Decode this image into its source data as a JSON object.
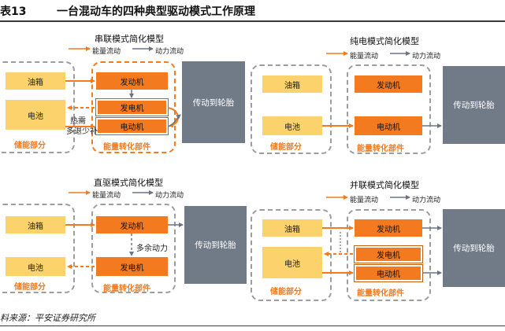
{
  "header": {
    "label": "表13",
    "title": "一台混动车的四种典型驱动模式工作原理"
  },
  "legend": {
    "energy": "能量流动",
    "power": "动力流动"
  },
  "panels": {
    "series": {
      "title": "串联模式简化模型",
      "oil": "油箱",
      "battery": "电池",
      "engine": "发动机",
      "generator": "发电机",
      "motor": "电动机",
      "transmission": "传动到轮胎",
      "storage": "储能部分",
      "conversion": "能量转化部件",
      "note1": "热需",
      "note2": "多退少补"
    },
    "pure_ev": {
      "title": "纯电模式简化模型",
      "oil": "油箱",
      "battery": "电池",
      "engine": "发动机",
      "motor": "电动机",
      "transmission": "传动到轮胎",
      "storage": "储能部分",
      "conversion": "能量转化部件"
    },
    "direct": {
      "title": "直驱模式简化模型",
      "oil": "油箱",
      "battery": "电池",
      "engine": "发动机",
      "generator": "发电机",
      "transmission": "传动到轮胎",
      "storage": "储能部分",
      "conversion": "能量转化部件",
      "note": "多余动力"
    },
    "parallel": {
      "title": "并联模式简化模型",
      "oil": "油箱",
      "battery": "电池",
      "engine": "发动机",
      "generator": "发电机",
      "motor": "电动机",
      "transmission": "传动到轮胎",
      "storage": "储能部分",
      "conversion": "能量转化部件"
    }
  },
  "source": "料来源：平安证券研究所",
  "colors": {
    "orange": "#f47a1f",
    "yellow": "#fbd26c",
    "grey": "#717a87",
    "dash_grey": "#9d9d9d",
    "power_arrow": "#6b7485"
  }
}
